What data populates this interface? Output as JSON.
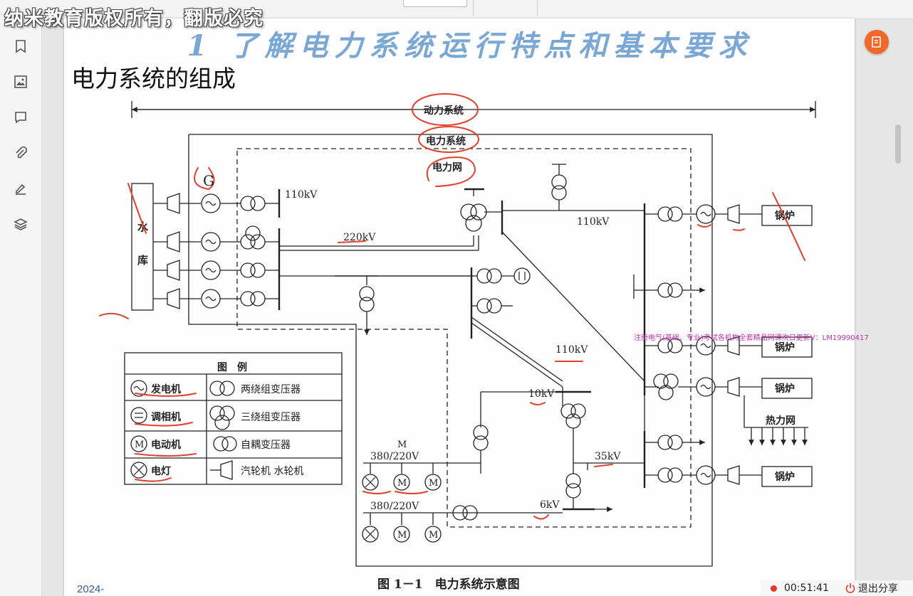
{
  "watermark": "纳米教育版权所有，翻版必究",
  "toolbar": {
    "items": [
      "",
      ""
    ]
  },
  "sidebar": {
    "icons": [
      "bookmark-icon",
      "image-icon",
      "comment-icon",
      "paperclip-icon",
      "highlighter-icon",
      "layers-icon"
    ]
  },
  "page": {
    "title": "1 了解电力系统运行特点和基本要求",
    "section_heading": "电力系统的组成",
    "ad_line": "注册电气(基础、专业)考试各机构全套精品网课次日更新V：LM19990417",
    "footer_date": "2024-"
  },
  "diagram": {
    "labels": {
      "dynamic_system": "动力系统",
      "power_system": "电力系统",
      "power_network": "电力网",
      "reservoir_1": "水",
      "reservoir_2": "库",
      "v110_a": "110kV",
      "v220": "220kV",
      "v110_b": "110kV",
      "v110_c": "110kV",
      "v10": "10kV",
      "v35": "35kV",
      "v6": "6kV",
      "v380_a": "380/220V",
      "v380_b": "380/220V",
      "boiler_1": "锅炉",
      "boiler_2": "锅炉",
      "boiler_3": "锅炉",
      "boiler_4": "锅炉",
      "heat_network": "热力网",
      "g_mark": "G",
      "caption": "图 1－1　电力系统示意图"
    },
    "legend": {
      "title": "图　例",
      "generator": "发电机",
      "two_winding": "两绕组变压器",
      "synchronous_condenser": "调相机",
      "three_winding": "三绕组变压器",
      "motor": "电动机",
      "auto_transformer": "自耦变压器",
      "lamp": "电灯",
      "turbine": "汽轮机  水轮机"
    }
  },
  "status": {
    "timer": "00:51:41",
    "exit_label": "退出分享"
  },
  "colors": {
    "title_blue": "#7aa7d4",
    "annotation_red": "#e0402e",
    "record_red": "#e8352b",
    "float_orange": "#f2682a"
  }
}
